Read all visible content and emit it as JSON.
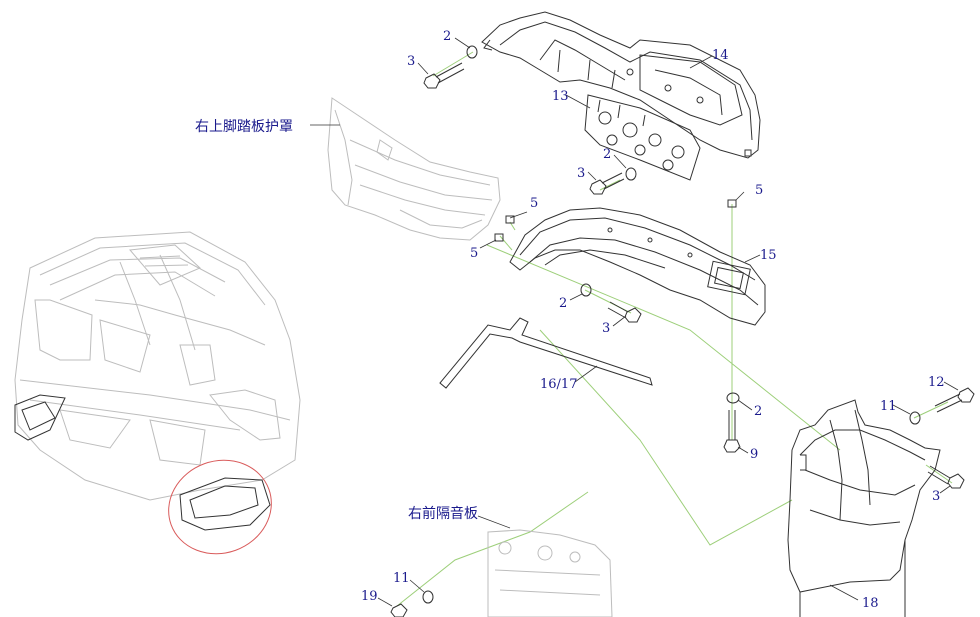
{
  "callouts": [
    {
      "id": "c2a",
      "text": "2"
    },
    {
      "id": "c3a",
      "text": "3"
    },
    {
      "id": "c14",
      "text": "14"
    },
    {
      "id": "c13",
      "text": "13"
    },
    {
      "id": "c2b",
      "text": "2"
    },
    {
      "id": "c3b",
      "text": "3"
    },
    {
      "id": "c5a",
      "text": "5"
    },
    {
      "id": "c5b",
      "text": "5"
    },
    {
      "id": "c5c",
      "text": "5"
    },
    {
      "id": "c15",
      "text": "15"
    },
    {
      "id": "c2c",
      "text": "2"
    },
    {
      "id": "c3c",
      "text": "3"
    },
    {
      "id": "c1617",
      "text": "16/17"
    },
    {
      "id": "c12",
      "text": "12"
    },
    {
      "id": "c11a",
      "text": "11"
    },
    {
      "id": "c2d",
      "text": "2"
    },
    {
      "id": "c9",
      "text": "9"
    },
    {
      "id": "c3d",
      "text": "3"
    },
    {
      "id": "c18",
      "text": "18"
    },
    {
      "id": "c11b",
      "text": "11"
    },
    {
      "id": "c19",
      "text": "19"
    }
  ],
  "labels": {
    "right_upper_step_guard": "右上脚踏板护罩",
    "right_front_insulation": "右前隔音板"
  }
}
